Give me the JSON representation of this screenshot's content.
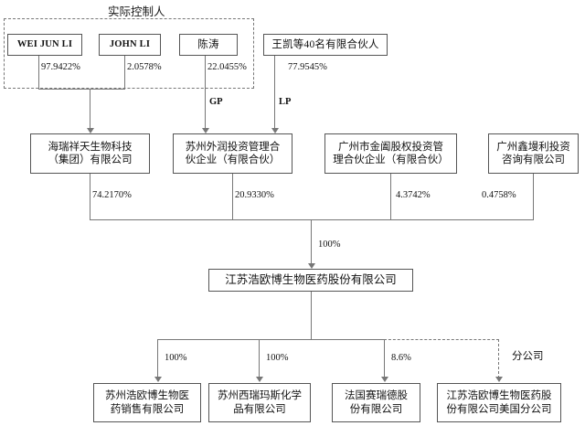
{
  "diagram": {
    "title": "实际控制人",
    "controller_group_label": "实际控制人",
    "branch_label": "分公司",
    "gp_label": "GP",
    "lp_label": "LP"
  },
  "shareholders": [
    {
      "id": "weijunli",
      "name": "WEI JUN LI",
      "pct": "97.9422%"
    },
    {
      "id": "johnli",
      "name": "JOHN LI",
      "pct": "2.0578%"
    },
    {
      "id": "chentao",
      "name": "陈涛",
      "pct": "22.0455%"
    },
    {
      "id": "wangkai",
      "name": "王凯等40名有限合伙人",
      "pct": "77.9545%"
    }
  ],
  "holdings": [
    {
      "id": "hairuixiangtian",
      "line1": "海瑞祥天生物科技",
      "line2": "（集团）有限公司",
      "pct": "74.2170%"
    },
    {
      "id": "suzhouwairun",
      "line1": "苏州外润投资管理合",
      "line2": "伙企业（有限合伙）",
      "pct": "20.9330%"
    },
    {
      "id": "guangzhoujinhe",
      "line1": "广州市金阖股权投资管",
      "line2": "理合伙企业（有限合伙）",
      "pct": "4.3742%"
    },
    {
      "id": "guangzhouxinman",
      "line1": "广州鑫墁利投资",
      "line2": "咨询有限公司",
      "pct": "0.4758%"
    }
  ],
  "main_company": {
    "name": "江苏浩欧博生物医药股份有限公司",
    "inbound_pct": "100%"
  },
  "subsidiaries": [
    {
      "id": "suzhou-sales",
      "line1": "苏州浩欧博生物医",
      "line2": "药销售有限公司",
      "pct": "100%",
      "dashed": false
    },
    {
      "id": "suzhou-ximayas",
      "line1": "苏州西瑞玛斯化学",
      "line2": "品有限公司",
      "pct": "100%",
      "dashed": false
    },
    {
      "id": "france-sairuide",
      "line1": "法国赛瑞德股",
      "line2": "份有限公司",
      "pct": "8.6%",
      "dashed": false
    },
    {
      "id": "usa-branch",
      "line1": "江苏浩欧博生物医药股",
      "line2": "份有限公司美国分公司",
      "pct": "分公司",
      "dashed": true
    }
  ],
  "colors": {
    "line": "#777777",
    "border": "#555555",
    "text": "#111111",
    "background": "#ffffff"
  }
}
